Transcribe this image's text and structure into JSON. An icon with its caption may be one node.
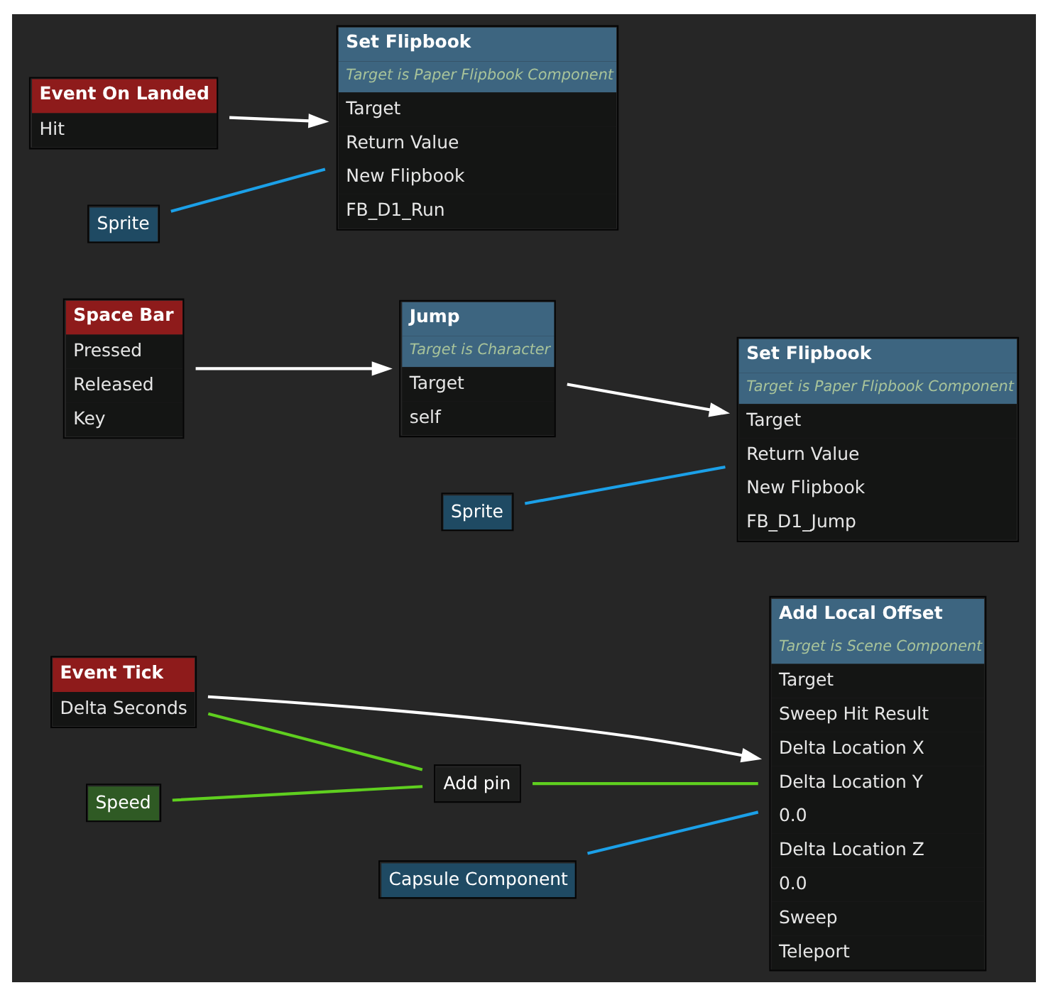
{
  "diagram": {
    "nodes": [
      {
        "text": [
          "Event Tick",
          "Delta Seconds"
        ]
      },
      {
        "text": [
          "Add Local Offset",
          "Target is Scene Component",
          "Target",
          "Sweep Hit Result",
          "Delta Location X",
          "Delta Location Y",
          "0.0",
          "Delta Location Z",
          "0.0",
          "Sweep",
          "Teleport"
        ]
      },
      {
        "text": [
          "Capsule Component"
        ]
      },
      {
        "text": [
          "Speed"
        ]
      },
      {
        "text": [
          "Add pin"
        ]
      },
      {
        "text": [
          "Space Bar",
          "Pressed",
          "Released",
          "Key"
        ]
      },
      {
        "text": [
          "Jump",
          "Target is Character",
          "Target",
          "self"
        ]
      },
      {
        "text": [
          "Set Flipbook",
          "Target is Paper Flipbook Component",
          "Target",
          "Return Value",
          "New Flipbook",
          "FB_D1_Jump"
        ]
      },
      {
        "text": [
          "Sprite"
        ]
      },
      {
        "text": [
          "Event On Landed",
          "Hit"
        ]
      },
      {
        "text": [
          "Set Flipbook",
          "Target is Paper Flipbook Component",
          "Target",
          "Return Value",
          "New Flipbook",
          "FB_D1_Run"
        ]
      },
      {
        "text": [
          "Sprite"
        ]
      }
    ],
    "edges": [
      {
        "from": 0,
        "to": 1,
        "arrow": "to",
        "color": "#ffffff"
      },
      {
        "from": 0,
        "to": 4,
        "arrow": "none",
        "color": "#5fcf1f"
      },
      {
        "from": 3,
        "to": 4,
        "arrow": "none",
        "color": "#5fcf1f"
      },
      {
        "from": 2,
        "to": 1,
        "arrow": "none",
        "color": "#1ba0e8"
      },
      {
        "from": 4,
        "to": 1,
        "arrow": "none",
        "color": "#5fcf1f"
      },
      {
        "from": 5,
        "to": 6,
        "arrow": "to",
        "color": "#ffffff"
      },
      {
        "from": 6,
        "to": 7,
        "arrow": "to",
        "color": "#ffffff"
      },
      {
        "from": 8,
        "to": 7,
        "arrow": "none",
        "color": "#1ba0e8"
      },
      {
        "from": 9,
        "to": 10,
        "arrow": "to",
        "color": "#ffffff"
      },
      {
        "from": 11,
        "to": 10,
        "arrow": "none",
        "color": "#1ba0e8"
      }
    ]
  }
}
